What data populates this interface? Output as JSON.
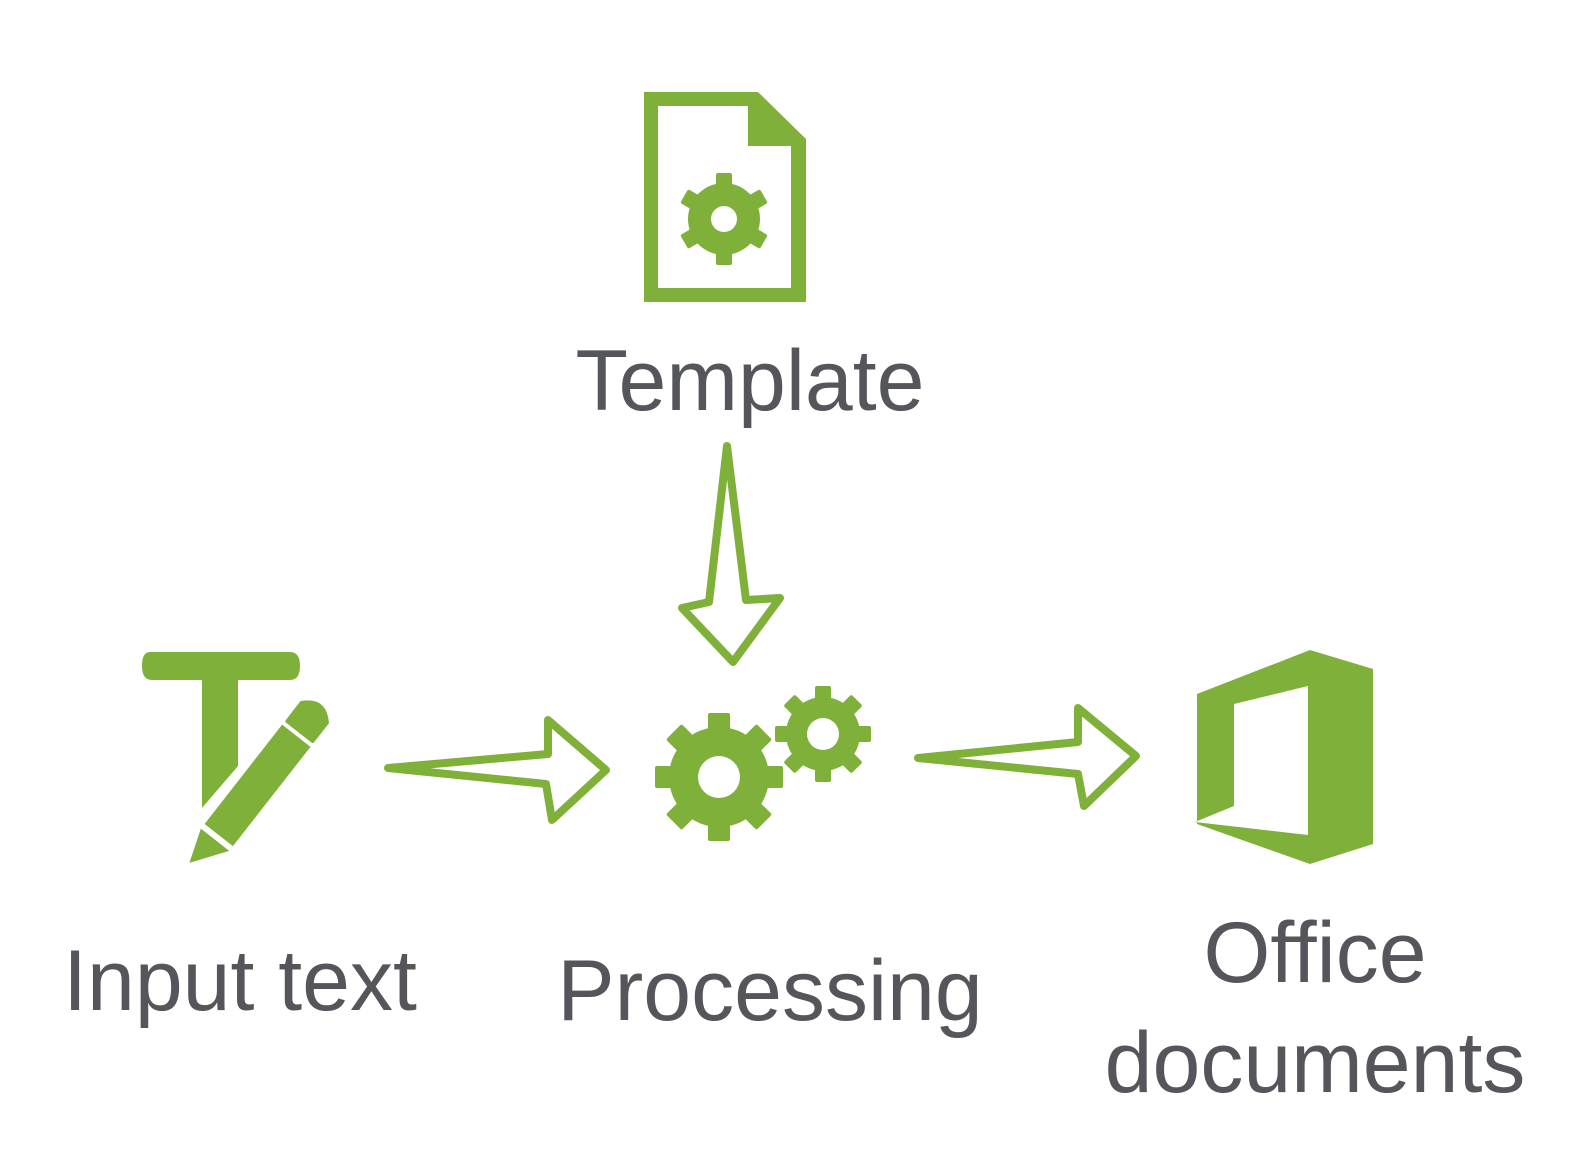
{
  "colors": {
    "accent": "#7fb03a",
    "label_text": "#54565b",
    "background": "#ffffff"
  },
  "nodes": {
    "template": {
      "icon": "document-gear-icon",
      "label": "Template"
    },
    "input": {
      "icon": "text-pencil-icon",
      "label": "Input text"
    },
    "processing": {
      "icon": "gears-icon",
      "label": "Processing"
    },
    "output": {
      "icon": "office-logo-icon",
      "label_line1": "Office",
      "label_line2": "documents"
    }
  },
  "edges": [
    {
      "from": "template",
      "to": "processing",
      "icon": "arrow-down-icon"
    },
    {
      "from": "input",
      "to": "processing",
      "icon": "arrow-right-icon"
    },
    {
      "from": "processing",
      "to": "output",
      "icon": "arrow-right-icon"
    }
  ]
}
